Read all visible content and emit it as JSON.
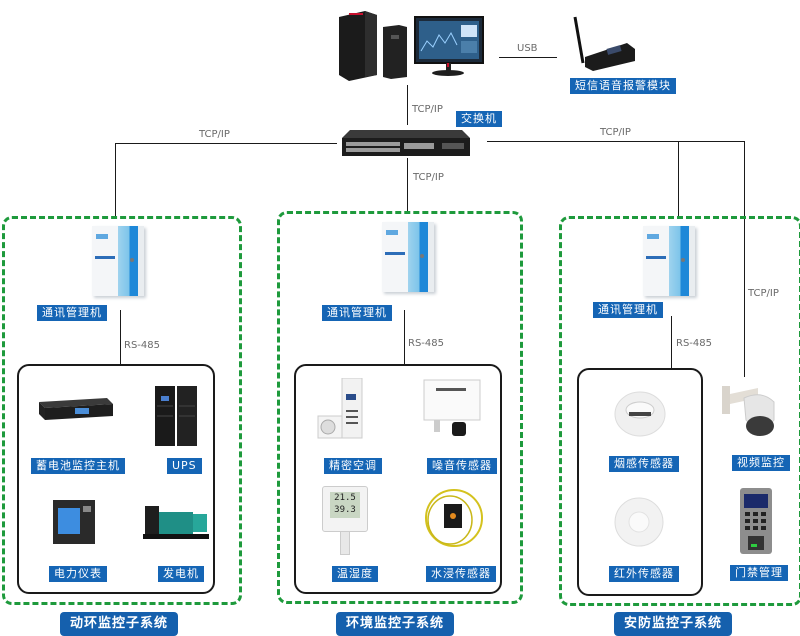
{
  "top": {
    "host": {
      "name": "workstation-and-monitor"
    },
    "sms_module": {
      "label": "短信语音报警模块"
    },
    "usb_link": {
      "label": "USB"
    },
    "switch": {
      "label": "交换机"
    },
    "host_switch_link": {
      "label": "TCP/IP"
    },
    "left_uplink": {
      "label": "TCP/IP"
    },
    "center_uplink": {
      "label": "TCP/IP"
    },
    "right_uplink": {
      "label": "TCP/IP"
    },
    "video_link": {
      "label": "TCP/IP"
    }
  },
  "subsystems": [
    {
      "caption": "动环监控子系统",
      "manager": {
        "label": "通讯管理机"
      },
      "bus": {
        "label": "RS-485"
      },
      "devices": [
        {
          "label": "蓄电池监控主机"
        },
        {
          "label": "UPS"
        },
        {
          "label": "电力仪表"
        },
        {
          "label": "发电机"
        }
      ]
    },
    {
      "caption": "环境监控子系统",
      "manager": {
        "label": "通讯管理机"
      },
      "bus": {
        "label": "RS-485"
      },
      "devices": [
        {
          "label": "精密空调"
        },
        {
          "label": "噪音传感器"
        },
        {
          "label": "温湿度",
          "display": [
            "21.5",
            "39.3"
          ]
        },
        {
          "label": "水浸传感器"
        }
      ]
    },
    {
      "caption": "安防监控子系统",
      "manager": {
        "label": "通讯管理机"
      },
      "bus": {
        "label": "RS-485"
      },
      "devices": [
        {
          "label": "烟感传感器"
        },
        {
          "label": "红外传感器"
        }
      ],
      "ip_devices": [
        {
          "label": "视频监控"
        },
        {
          "label": "门禁管理"
        }
      ]
    }
  ],
  "colors": {
    "label_blue": "#1565b5",
    "zone_green": "#1e9a3c",
    "line": "#1a1a1a",
    "protocol_text": "#6a6a6a"
  }
}
